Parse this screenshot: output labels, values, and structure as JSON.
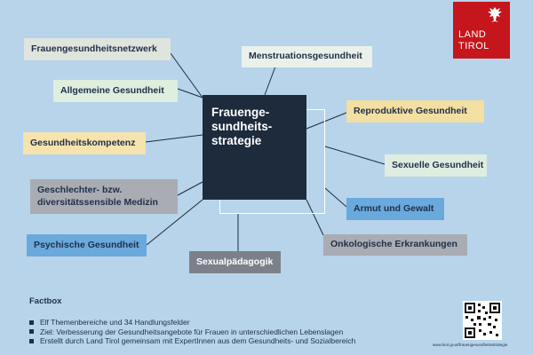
{
  "logo": {
    "line1": "LAND",
    "line2": "TIROL",
    "eagle_icon": "eagle-icon",
    "color": "#c4161c"
  },
  "center": {
    "title": "Frauenge-\nsundheits-\nstrategie",
    "color": "#1d2b3d"
  },
  "topics": [
    {
      "label": "Frauengesundheitsnetzwerk",
      "color": "#dfe4dc"
    },
    {
      "label": "Menstruationsgesundheit",
      "color": "#e9f1ea"
    },
    {
      "label": "Allgemeine Gesundheit",
      "color": "#dfeedd"
    },
    {
      "label": "Reproduktive Gesundheit",
      "color": "#f3dfa1"
    },
    {
      "label": "Gesundheitskompetenz",
      "color": "#f6e3ad"
    },
    {
      "label": "Sexuelle Gesundheit",
      "color": "#dfede0"
    },
    {
      "label": "Geschlechter- bzw.\ndiversitätssensible Medizin",
      "color": "#a9acb2"
    },
    {
      "label": "Armut und Gewalt",
      "color": "#6aa9db"
    },
    {
      "label": "Psychische Gesundheit",
      "color": "#6aa9db"
    },
    {
      "label": "Onkologische Erkrankungen",
      "color": "#a9acb2"
    },
    {
      "label": "Sexualpädagogik",
      "color": "#7c8189"
    }
  ],
  "factbox": {
    "title": "Factbox",
    "items": [
      "Elf Themenbereiche und 34 Handlungsfelder",
      "Ziel: Verbesserung der Gesundheitsangebote für Frauen in unterschiedlichen Lebenslagen",
      "Erstellt durch Land Tirol gemeinsam mit ExpertInnen aus dem Gesundheits- und Sozialbereich"
    ]
  },
  "qr_icon": "qr-code-icon",
  "url": "www.tirol.gv.at/frauengesundheitsstrategie",
  "colors": {
    "background": "#b7d4ea",
    "text": "#1f2f4a"
  }
}
